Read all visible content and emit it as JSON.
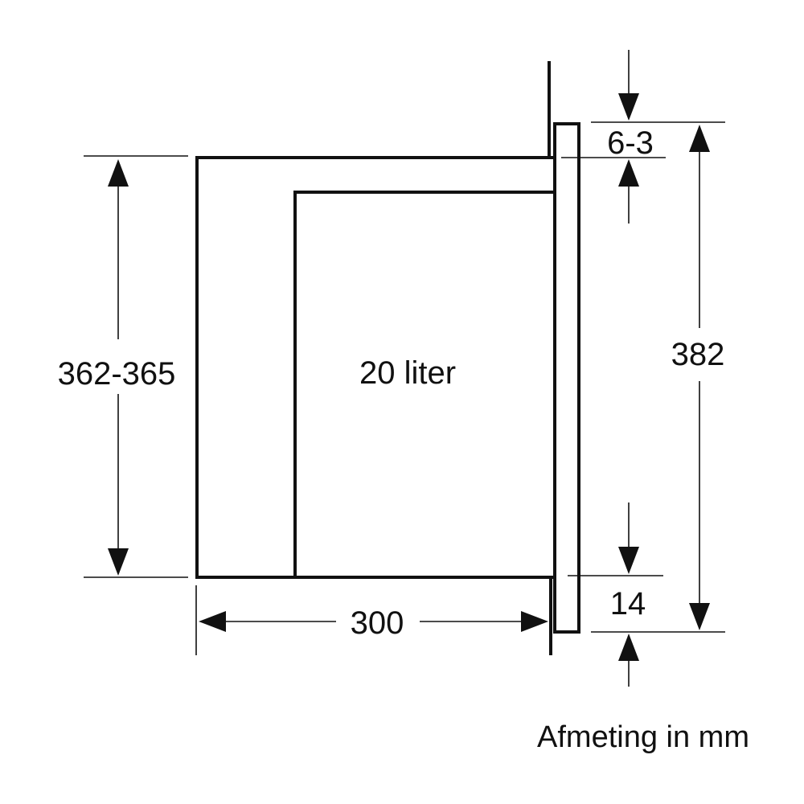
{
  "dimensions": {
    "height_niche": "362-365",
    "depth": "300",
    "top_gap": "6-3",
    "total_height": "382",
    "bottom_gap": "14"
  },
  "interior_label": "20 liter",
  "caption": "Afmeting in mm"
}
